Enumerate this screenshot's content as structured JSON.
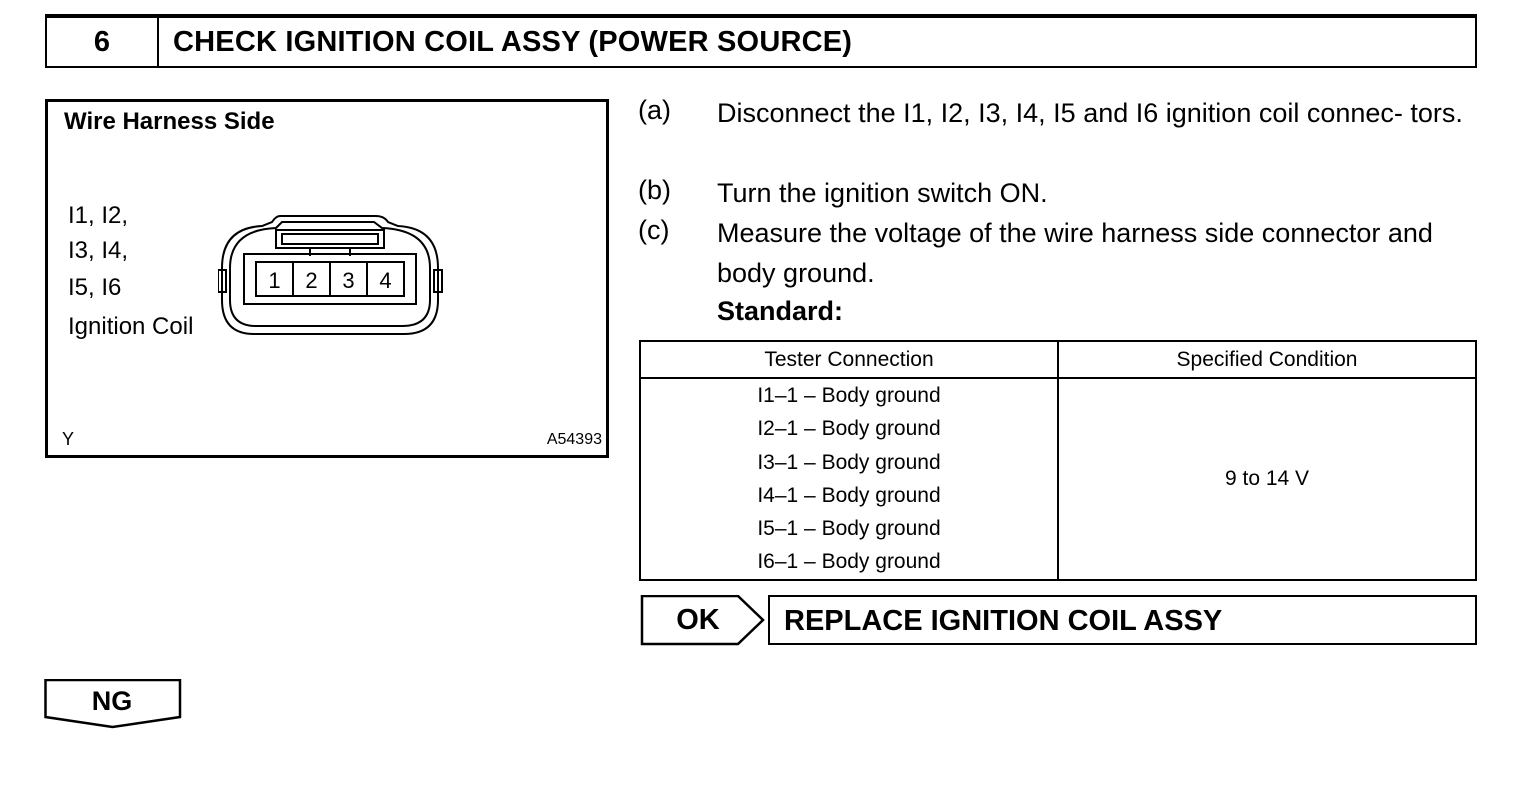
{
  "step": {
    "number": "6",
    "title": "CHECK IGNITION COIL ASSY (POWER SOURCE)"
  },
  "figure": {
    "title": "Wire Harness Side",
    "labels": [
      "I1, I2,",
      "I3, I4,",
      "I5, I6",
      "Ignition Coil"
    ],
    "pins": [
      "1",
      "2",
      "3",
      "4"
    ],
    "corner_left": "Y",
    "code": "A54393"
  },
  "instructions": [
    {
      "label": "(a)",
      "text": "Disconnect the I1, I2, I3, I4, I5 and I6 ignition coil connec- tors."
    },
    {
      "label": "(b)",
      "text": "Turn the ignition switch ON."
    },
    {
      "label": "(c)",
      "text": "Measure the voltage of the wire harness side connector and body ground."
    }
  ],
  "standard_label": "Standard:",
  "table": {
    "headers": [
      "Tester Connection",
      "Specified Condition"
    ],
    "connections": [
      "I1–1 – Body ground",
      "I2–1 – Body ground",
      "I3–1 – Body ground",
      "I4–1 – Body ground",
      "I5–1 – Body ground",
      "I6–1 – Body ground"
    ],
    "condition": "9 to 14 V"
  },
  "results": {
    "ok_label": "OK",
    "ok_action": "REPLACE IGNITION COIL ASSY",
    "ng_label": "NG"
  }
}
